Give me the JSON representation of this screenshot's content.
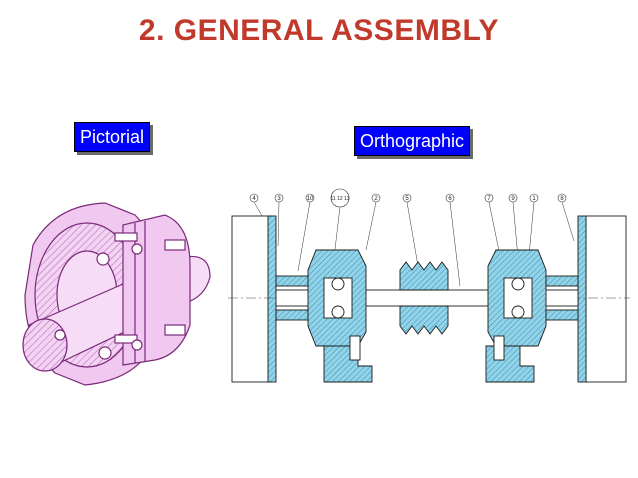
{
  "slide": {
    "title": "2. GENERAL  ASSEMBLY",
    "title_color": "#c0392b"
  },
  "views": {
    "pictorial_label": "Pictorial",
    "orthographic_label": "Orthographic",
    "label_bg": "#0000ff"
  },
  "orthographic": {
    "balloons": [
      "4",
      "3",
      "10",
      "11 12 13",
      "2",
      "5",
      "6",
      "7",
      "9",
      "1",
      "8"
    ],
    "hatch_color": "#8fd4ea"
  },
  "pictorial": {
    "fill_color": "#f0c8f0",
    "line_color": "#7a2a7a"
  }
}
